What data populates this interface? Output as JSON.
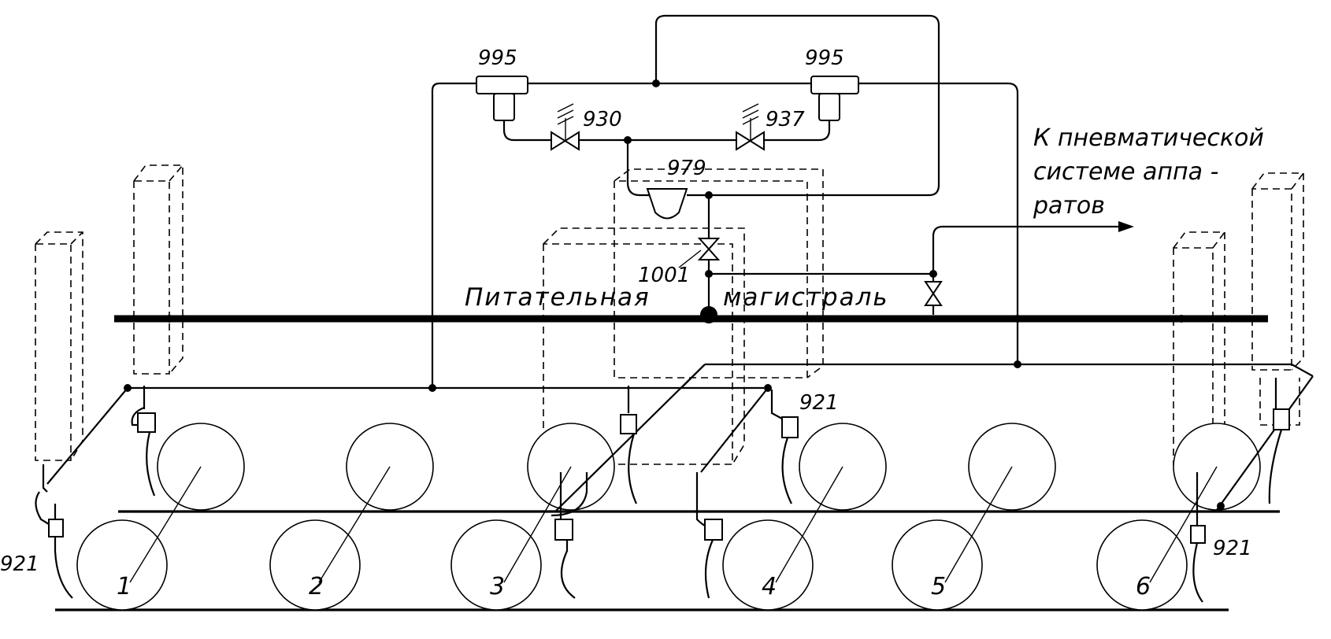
{
  "labels": {
    "valve_995_left": "995",
    "valve_995_right": "995",
    "valve_930": "930",
    "valve_937": "937",
    "unit_979": "979",
    "valve_1001": "1001",
    "valve_921_left": "921",
    "valve_921_mid": "921",
    "valve_921_right": "921",
    "main_line_left": "Питательная",
    "main_line_right": "магистраль",
    "pneumatic_note": [
      "К пневматической",
      "системе аппа -",
      "ратов"
    ]
  },
  "wheelsets": [
    "1",
    "2",
    "3",
    "4",
    "5",
    "6"
  ]
}
